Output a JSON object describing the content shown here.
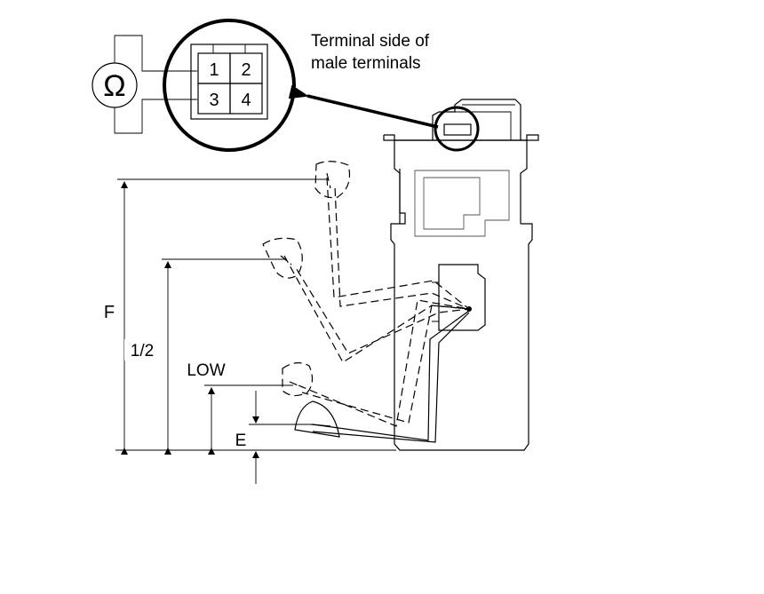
{
  "connector": {
    "omega_symbol": "Ω",
    "pins": [
      "1",
      "2",
      "3",
      "4"
    ],
    "caption_line1": "Terminal side of",
    "caption_line2": "male terminals"
  },
  "dimensions": {
    "full_label": "F",
    "half_label": "1/2",
    "low_label": "LOW",
    "empty_label": "E"
  }
}
